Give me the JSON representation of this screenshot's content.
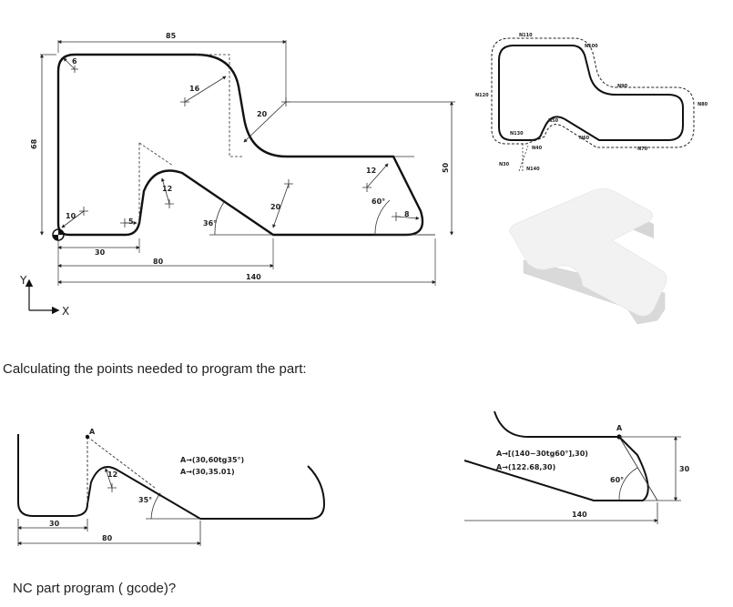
{
  "main_drawing": {
    "dims": {
      "d85": "85",
      "d68": "68",
      "d50": "50",
      "d30": "30",
      "d80": "80",
      "d140": "140",
      "r6": "6",
      "r16": "16",
      "r20a": "20",
      "r12": "12",
      "r20b": "20",
      "r12b": "12",
      "r10": "10",
      "r5": "5",
      "r8": "8",
      "ang36": "36°",
      "ang60": "60°"
    },
    "axes": {
      "y": "Y",
      "x": "X"
    }
  },
  "toolpath": {
    "labels": [
      "N110",
      "N100",
      "N120",
      "N90",
      "N80",
      "N50",
      "N130",
      "N40",
      "N60",
      "N70",
      "N30",
      "N140"
    ]
  },
  "heading": "Calculating the points needed to program the part:",
  "calc_left": {
    "point_label": "A",
    "line1": "A→(30,60tg35°)",
    "line2": "A→(30,35.01)",
    "r12": "12",
    "ang35": "35°",
    "d30": "30",
    "d80": "80"
  },
  "calc_right": {
    "point_label": "A",
    "line1": "A→[(140−30tg60°],30)",
    "line2": "A→(122.68,30)",
    "ang60": "60°",
    "d30": "30",
    "d140": "140"
  },
  "question": "NC part program ( gcode)?",
  "colors": {
    "ink": "#111111",
    "dim": "#333333",
    "block_top": "#f2f2f2",
    "block_side": "#d9d9d9"
  }
}
